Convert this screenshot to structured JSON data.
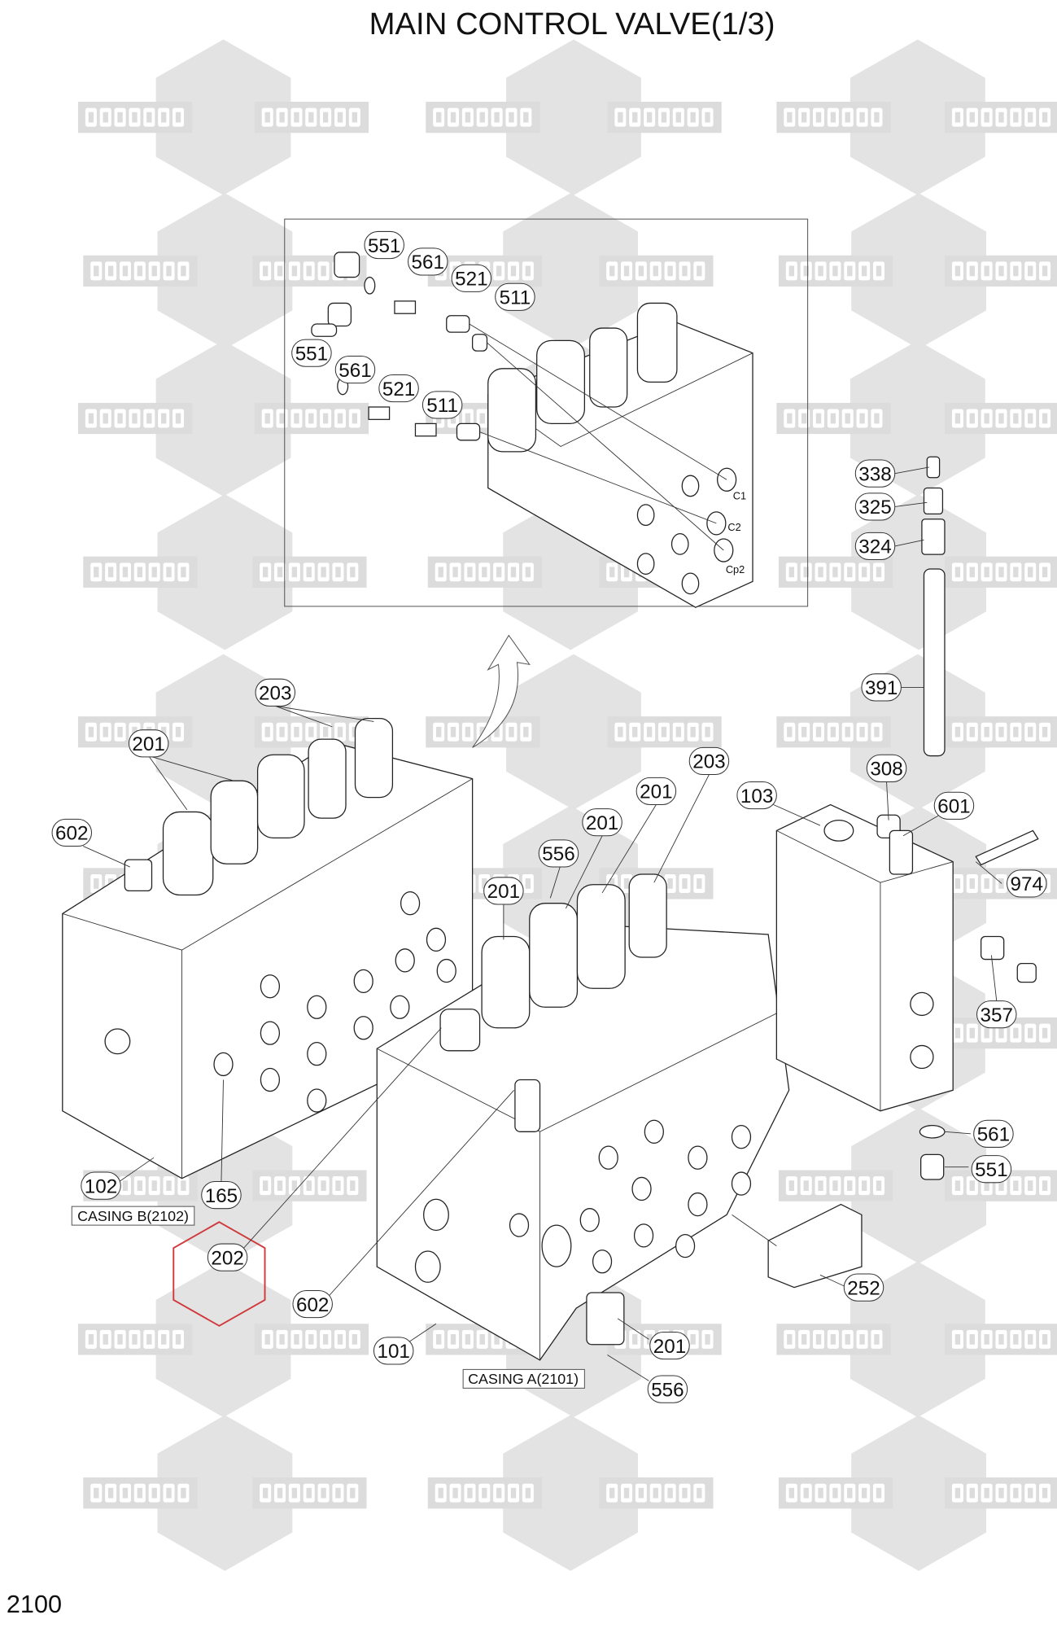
{
  "title": "MAIN CONTROL VALVE(1/3)",
  "page_code": "2100",
  "watermark": {
    "brand_latin": "COMPART",
    "brand_cyrillic": "KOMПAPT",
    "color": "#e3e3e3"
  },
  "highlight_color": "#d0393b",
  "port_labels": [
    "C1",
    "C2",
    "Cp2"
  ],
  "casings": {
    "b": "CASING B(2102)",
    "a": "CASING A(2101)"
  },
  "callouts": [
    {
      "id": "551",
      "zone": "inset"
    },
    {
      "id": "561",
      "zone": "inset"
    },
    {
      "id": "521",
      "zone": "inset"
    },
    {
      "id": "511",
      "zone": "inset"
    },
    {
      "id": "551",
      "zone": "inset"
    },
    {
      "id": "561",
      "zone": "inset"
    },
    {
      "id": "521",
      "zone": "inset"
    },
    {
      "id": "511",
      "zone": "inset"
    },
    {
      "id": "338"
    },
    {
      "id": "325"
    },
    {
      "id": "324"
    },
    {
      "id": "391"
    },
    {
      "id": "203"
    },
    {
      "id": "201"
    },
    {
      "id": "602"
    },
    {
      "id": "203"
    },
    {
      "id": "201"
    },
    {
      "id": "103"
    },
    {
      "id": "308"
    },
    {
      "id": "601"
    },
    {
      "id": "201"
    },
    {
      "id": "556"
    },
    {
      "id": "974"
    },
    {
      "id": "201"
    },
    {
      "id": "357"
    },
    {
      "id": "561"
    },
    {
      "id": "551"
    },
    {
      "id": "102"
    },
    {
      "id": "165"
    },
    {
      "id": "202",
      "highlighted": true
    },
    {
      "id": "252"
    },
    {
      "id": "602"
    },
    {
      "id": "101"
    },
    {
      "id": "201"
    },
    {
      "id": "556"
    }
  ]
}
